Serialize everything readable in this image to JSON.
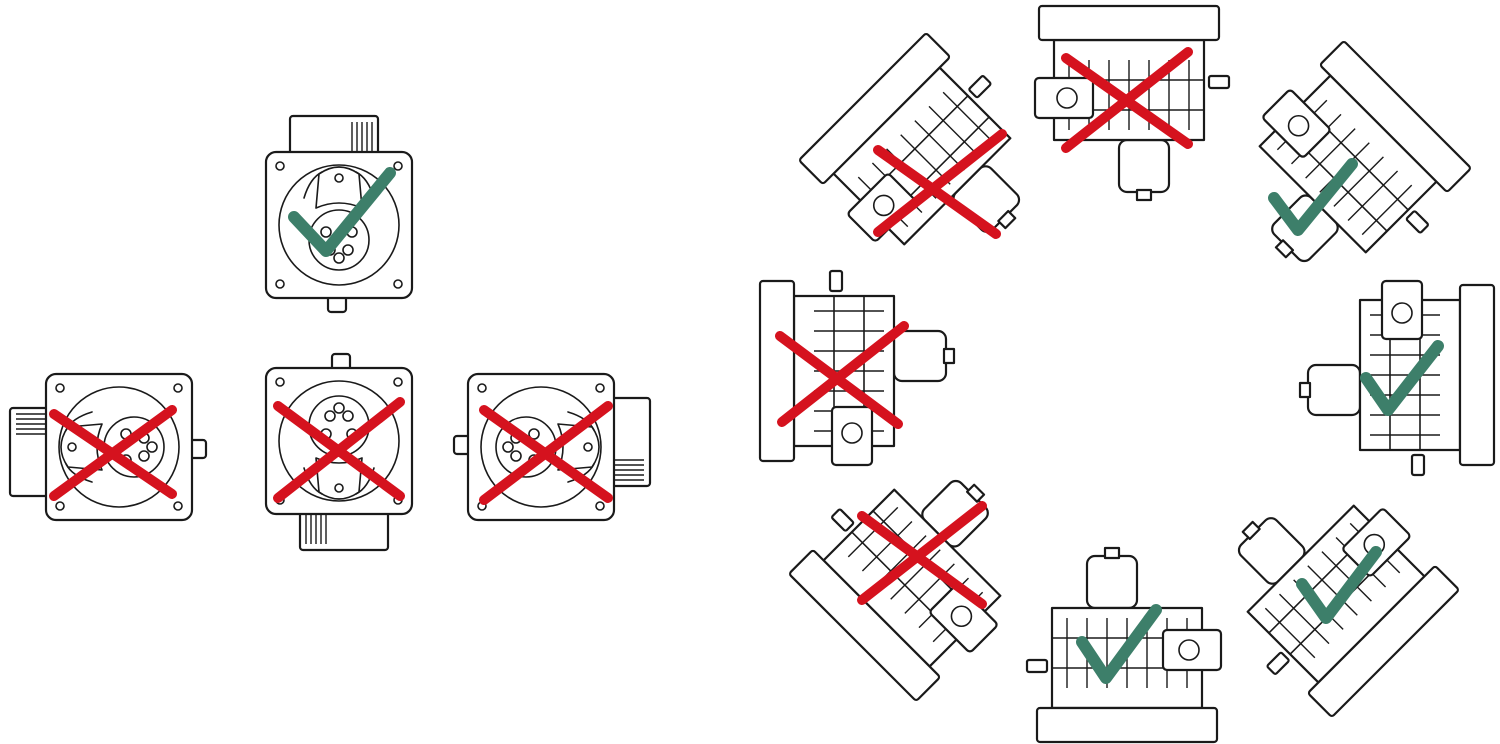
{
  "colors": {
    "reject": "#d5121e",
    "accept": "#3d7f6a",
    "line": "#1a1a1a"
  },
  "front_views": [
    {
      "id": "front-up",
      "status": "allowed",
      "rotation": 0
    },
    {
      "id": "front-left",
      "status": "not-allowed",
      "rotation": -90
    },
    {
      "id": "front-down",
      "status": "not-allowed",
      "rotation": 180
    },
    {
      "id": "front-right",
      "status": "not-allowed",
      "rotation": 90
    }
  ],
  "side_views": [
    {
      "id": "side-top",
      "status": "not-allowed",
      "rotation": 180
    },
    {
      "id": "side-top-right",
      "status": "allowed",
      "rotation": -135
    },
    {
      "id": "side-right",
      "status": "allowed",
      "rotation": -90
    },
    {
      "id": "side-bottom-right",
      "status": "allowed",
      "rotation": -45
    },
    {
      "id": "side-bottom",
      "status": "allowed",
      "rotation": 0
    },
    {
      "id": "side-bottom-left",
      "status": "not-allowed",
      "rotation": 45
    },
    {
      "id": "side-left",
      "status": "not-allowed",
      "rotation": 90
    },
    {
      "id": "side-top-left",
      "status": "not-allowed",
      "rotation": 135
    }
  ],
  "icons": {
    "allowed": "check-mark-icon",
    "not_allowed": "cross-mark-icon"
  }
}
